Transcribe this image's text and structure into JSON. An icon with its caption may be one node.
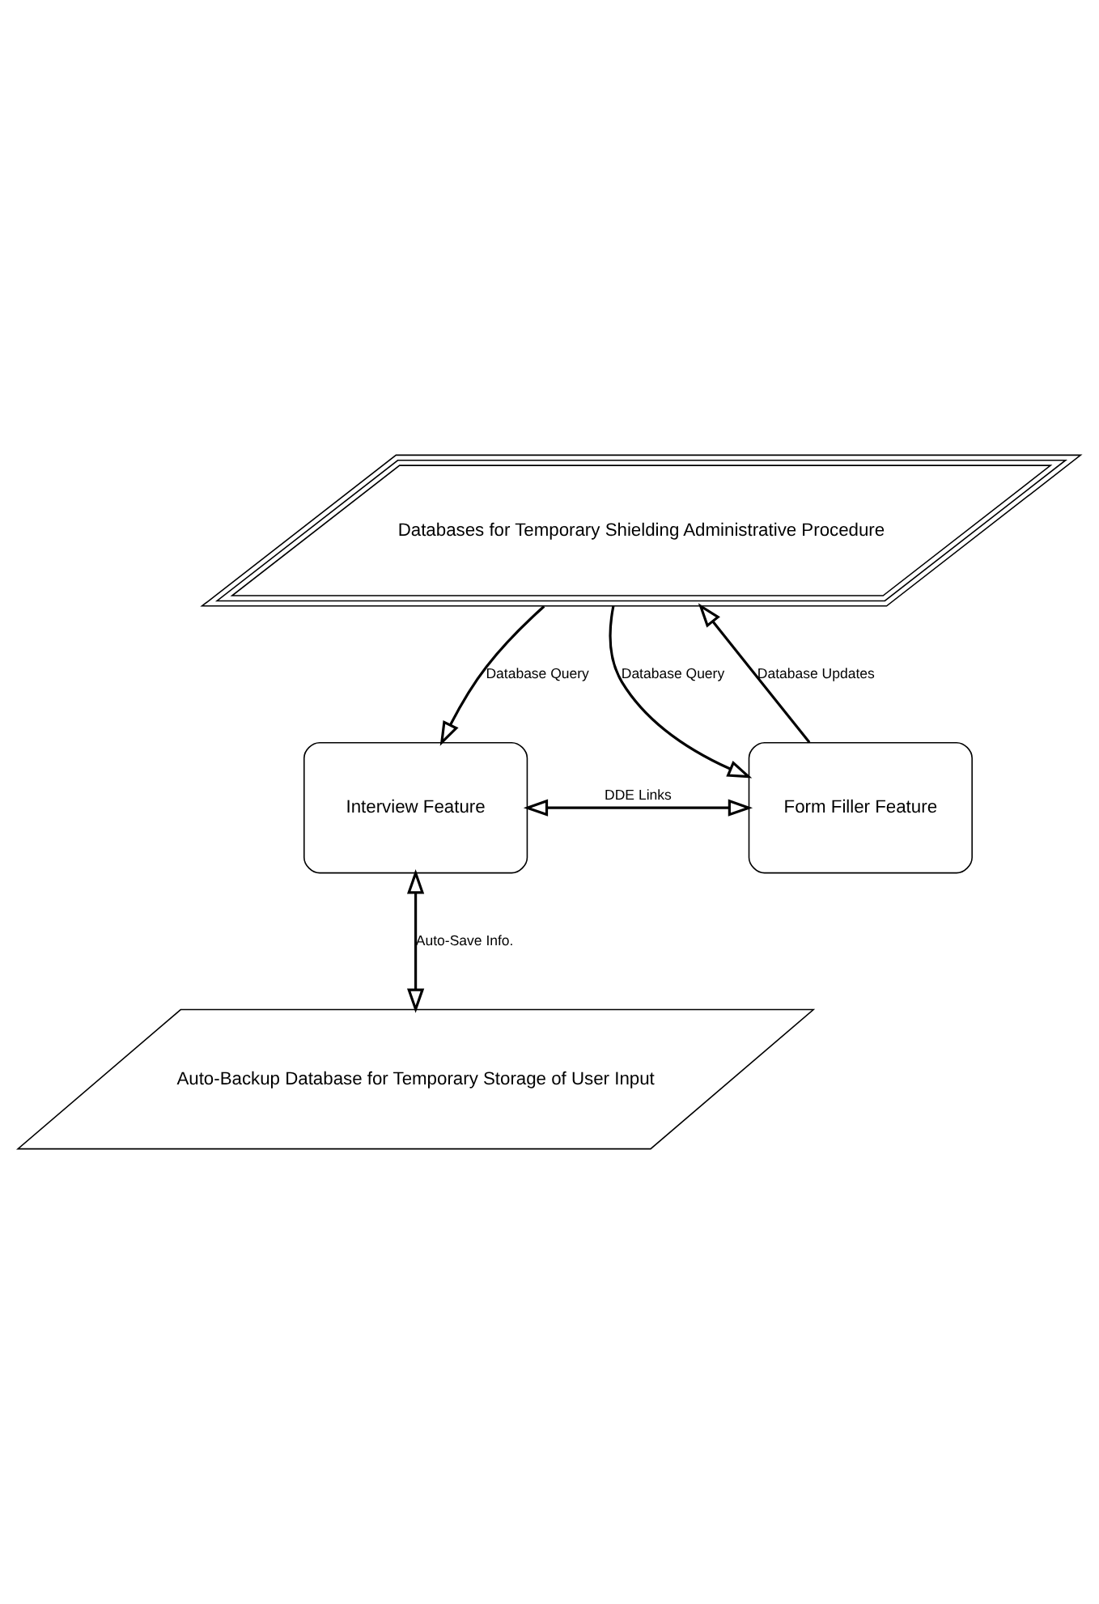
{
  "diagram": {
    "nodes": [
      {
        "text": [
          "Databases for Temporary Shielding Administrative Procedure"
        ]
      },
      {
        "text": [
          "Interview Feature"
        ]
      },
      {
        "text": [
          "Form Filler Feature"
        ]
      },
      {
        "text": [
          "Auto-Backup Database for Temporary Storage of User Input"
        ]
      }
    ],
    "edges": [
      {
        "from": 0,
        "to": 1,
        "arrow": "to",
        "label": "Database Query"
      },
      {
        "from": 2,
        "to": 0,
        "arrow": "to",
        "label": "Database Updates"
      },
      {
        "from": 0,
        "to": 2,
        "arrow": "to",
        "label": "Database Query"
      },
      {
        "from": 1,
        "to": 2,
        "arrow": "both",
        "label": "DDE Links"
      },
      {
        "from": 1,
        "to": 3,
        "arrow": "both",
        "label": "Auto-Save Info."
      }
    ]
  }
}
